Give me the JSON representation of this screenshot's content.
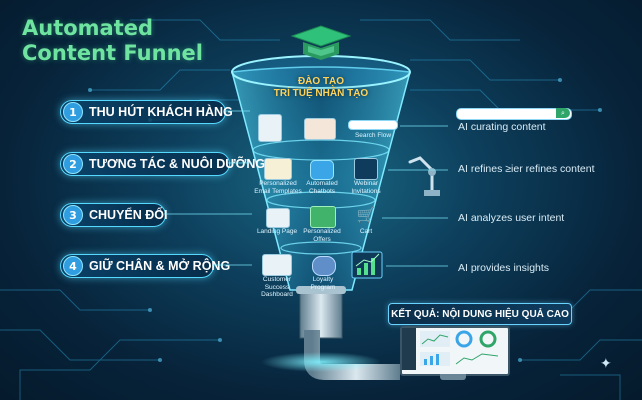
{
  "title": [
    "Automated",
    "Content Funnel"
  ],
  "brand": [
    "ĐÀO TẠO",
    "TRÍ TUỆ NHÂN TẠO"
  ],
  "steps": [
    {
      "num": "1",
      "label": "THU HÚT KHÁCH HÀNG"
    },
    {
      "num": "2",
      "label": "TƯƠNG TÁC & NUÔI DƯỠNG"
    },
    {
      "num": "3",
      "label": "CHUYỂN ĐỔI"
    },
    {
      "num": "4",
      "label": "GIỮ CHÂN & MỞ RỘNG"
    }
  ],
  "ai_notes": [
    "AI curating content",
    "AI refines ≥ier refines content",
    "AI analyzes user intent",
    "AI provides insights"
  ],
  "funnel_items": {
    "row1": [
      "Search Flow"
    ],
    "row2": [
      "Personalized Email Templates",
      "Automated Chatbots",
      "Webinar Invitations"
    ],
    "row3": [
      "Landing Page",
      "Personalized Offers",
      "Cart"
    ],
    "row4": [
      "Customer Success Dashboard",
      "Loyalty Program"
    ]
  },
  "result": "KẾT QUẢ: NỘI DUNG HIỆU QUẢ CAO",
  "colors": {
    "accent": "#55d9ff",
    "title_green": "#6fe3a0",
    "brand_yellow": "#ffd35a"
  }
}
